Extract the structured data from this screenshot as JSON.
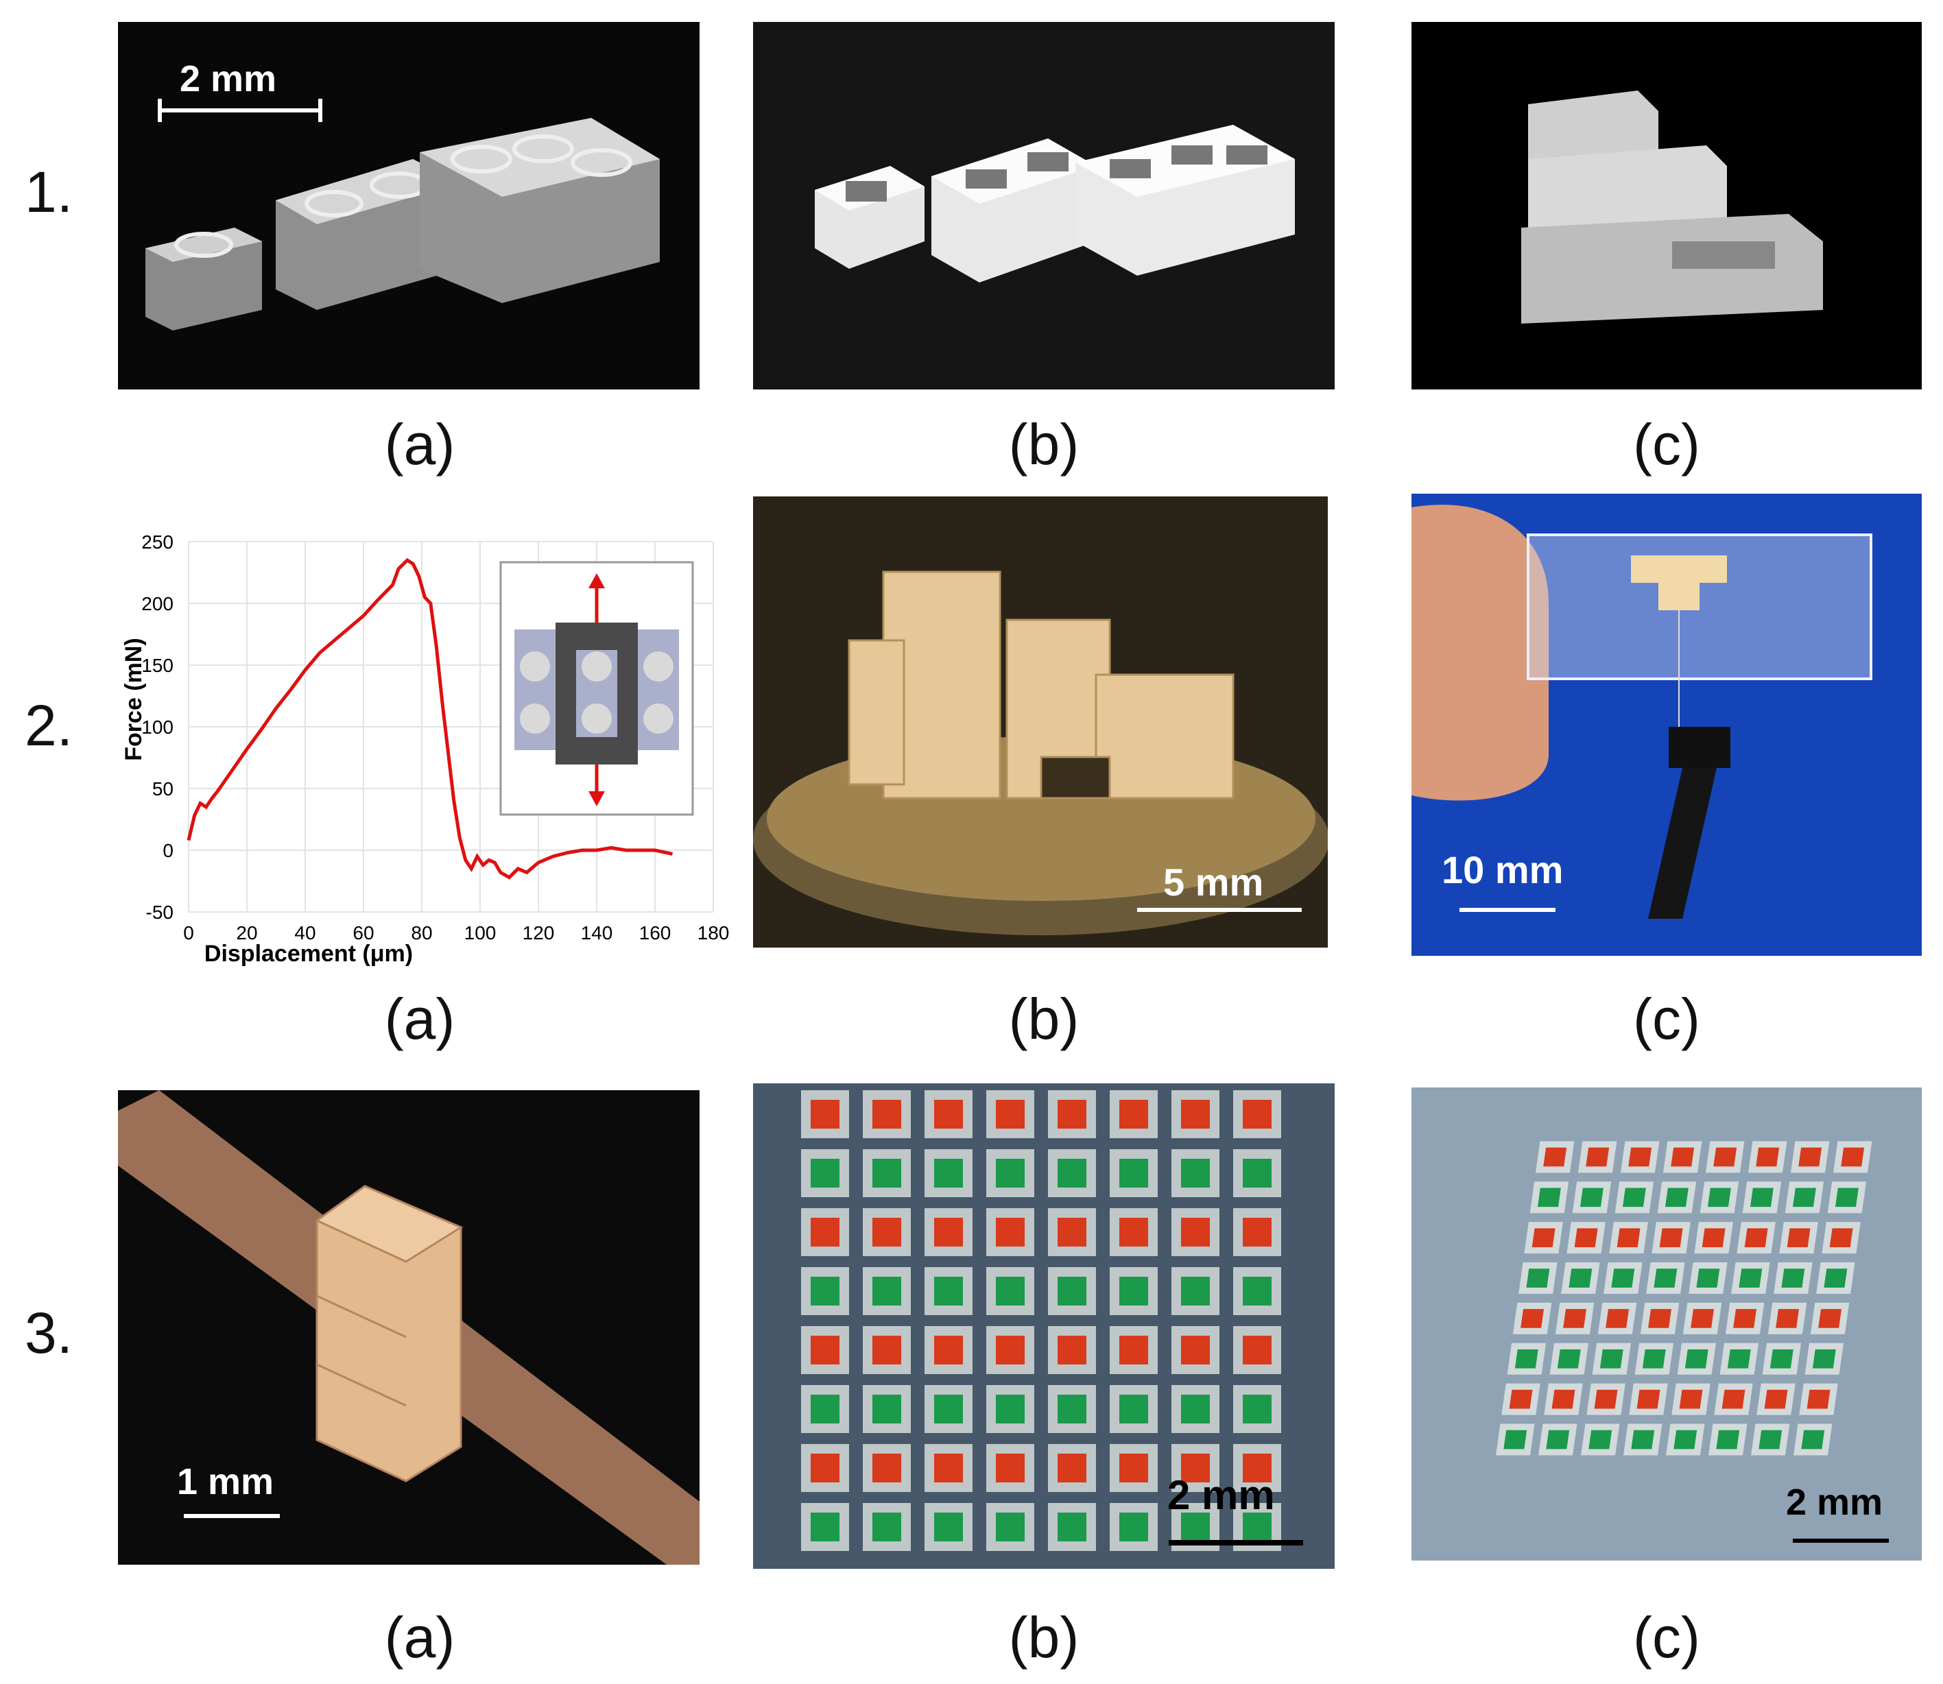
{
  "row_labels": [
    "1.",
    "2.",
    "3."
  ],
  "captions": [
    "(a)",
    "(b)",
    "(c)"
  ],
  "scale_bars": {
    "r1a": "2 mm",
    "r2b": "5 mm",
    "r2c": "10 mm",
    "r3a": "1 mm",
    "r3b": "2 mm",
    "r3c": "2 mm"
  },
  "colors": {
    "curve": "#e01010",
    "arrow": "#e01010",
    "brick_red": "#d83a1c",
    "brick_green": "#1a9a4a",
    "blue_background": "#1544b8"
  },
  "chart_data": {
    "type": "line",
    "xlabel": "Displacement (μm)",
    "ylabel": "Force (mN)",
    "xlim": [
      0,
      180
    ],
    "ylim": [
      -50,
      250
    ],
    "xticks": [
      0,
      20,
      40,
      60,
      80,
      100,
      120,
      140,
      160,
      180
    ],
    "yticks": [
      -50,
      0,
      50,
      100,
      150,
      200,
      250
    ],
    "grid": true,
    "series": [
      {
        "x": [
          0,
          2,
          4,
          6,
          8,
          10,
          15,
          20,
          25,
          30,
          35,
          40,
          45,
          50,
          55,
          60,
          65,
          70,
          72,
          75,
          77,
          79,
          81,
          83,
          85,
          87,
          89,
          91,
          93,
          95,
          97,
          99,
          101,
          103,
          105,
          107,
          110,
          113,
          116,
          120,
          125,
          130,
          135,
          140,
          145,
          150,
          155,
          160,
          166
        ],
        "y": [
          8,
          28,
          38,
          35,
          42,
          48,
          65,
          82,
          98,
          115,
          130,
          146,
          160,
          170,
          180,
          190,
          203,
          215,
          228,
          235,
          232,
          222,
          205,
          200,
          165,
          120,
          80,
          40,
          10,
          -8,
          -15,
          -5,
          -12,
          -8,
          -10,
          -18,
          -22,
          -15,
          -18,
          -10,
          -5,
          -2,
          0,
          0,
          2,
          0,
          0,
          0,
          -3
        ]
      }
    ]
  }
}
